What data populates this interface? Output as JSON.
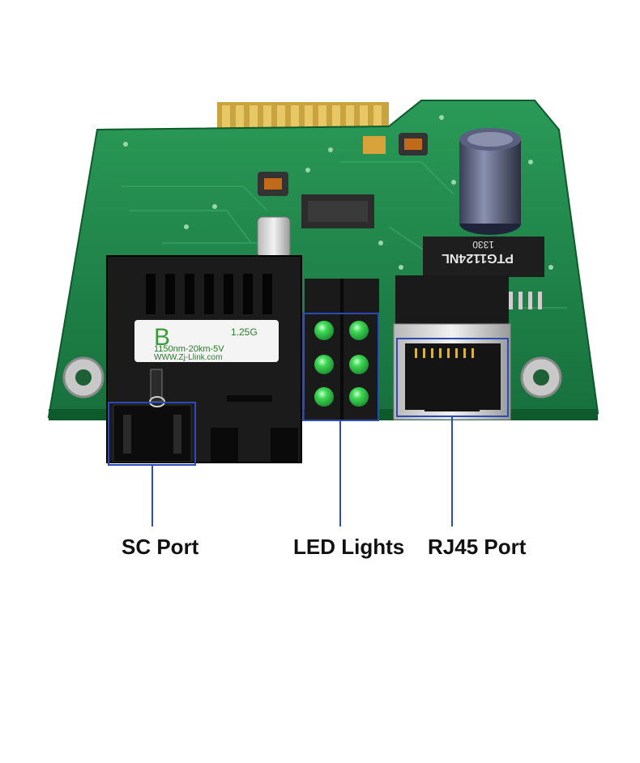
{
  "image": {
    "subject": "fiber media converter PCB card",
    "colors": {
      "pcb": "#1f8a4c",
      "gold": "#d4b24c",
      "callout": "#2a4bb8",
      "led": "#2ecc40"
    }
  },
  "board_markings": {
    "transceiver_letter": "B",
    "transceiver_speed": "1.25G",
    "transceiver_spec": "1150nm-20km-5V",
    "transceiver_url": "WWW.Zj-Llink.com",
    "magnetics_model": "PTG1124NL",
    "magnetics_code": "1330"
  },
  "callouts": {
    "sc_port": "SC Port",
    "led_lights": "LED Lights",
    "rj45_port": "RJ45 Port"
  }
}
